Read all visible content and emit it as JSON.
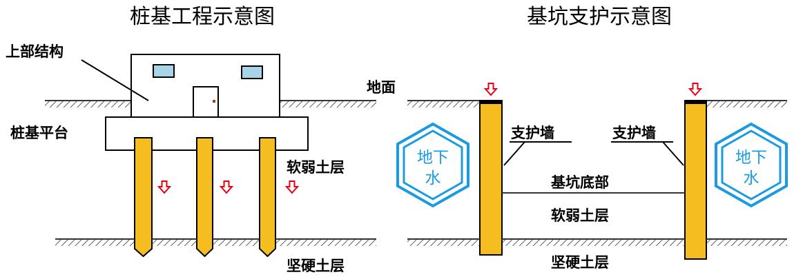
{
  "left": {
    "title": "桩基工程示意图",
    "labels": {
      "superstructure": "上部结构",
      "pile_cap": "桩基平台",
      "soft_layer": "软弱土层",
      "hard_layer": "坚硬土层"
    }
  },
  "right": {
    "title": "基坑支护示意图",
    "labels": {
      "ground": "地面",
      "wall_left": "支护墙",
      "wall_right": "支护墙",
      "pit_bottom": "基坑底部",
      "soft_layer": "软弱土层",
      "hard_layer": "坚硬土层"
    },
    "groundwater": {
      "line1": "地下",
      "line2": "水"
    }
  },
  "colors": {
    "pile": "#f5bd1f",
    "arrow": "#e60012",
    "water": "#1a9be0",
    "window": "#a8d4ea"
  },
  "icons": [
    "down-arrow-icon",
    "hexagon-icon"
  ]
}
